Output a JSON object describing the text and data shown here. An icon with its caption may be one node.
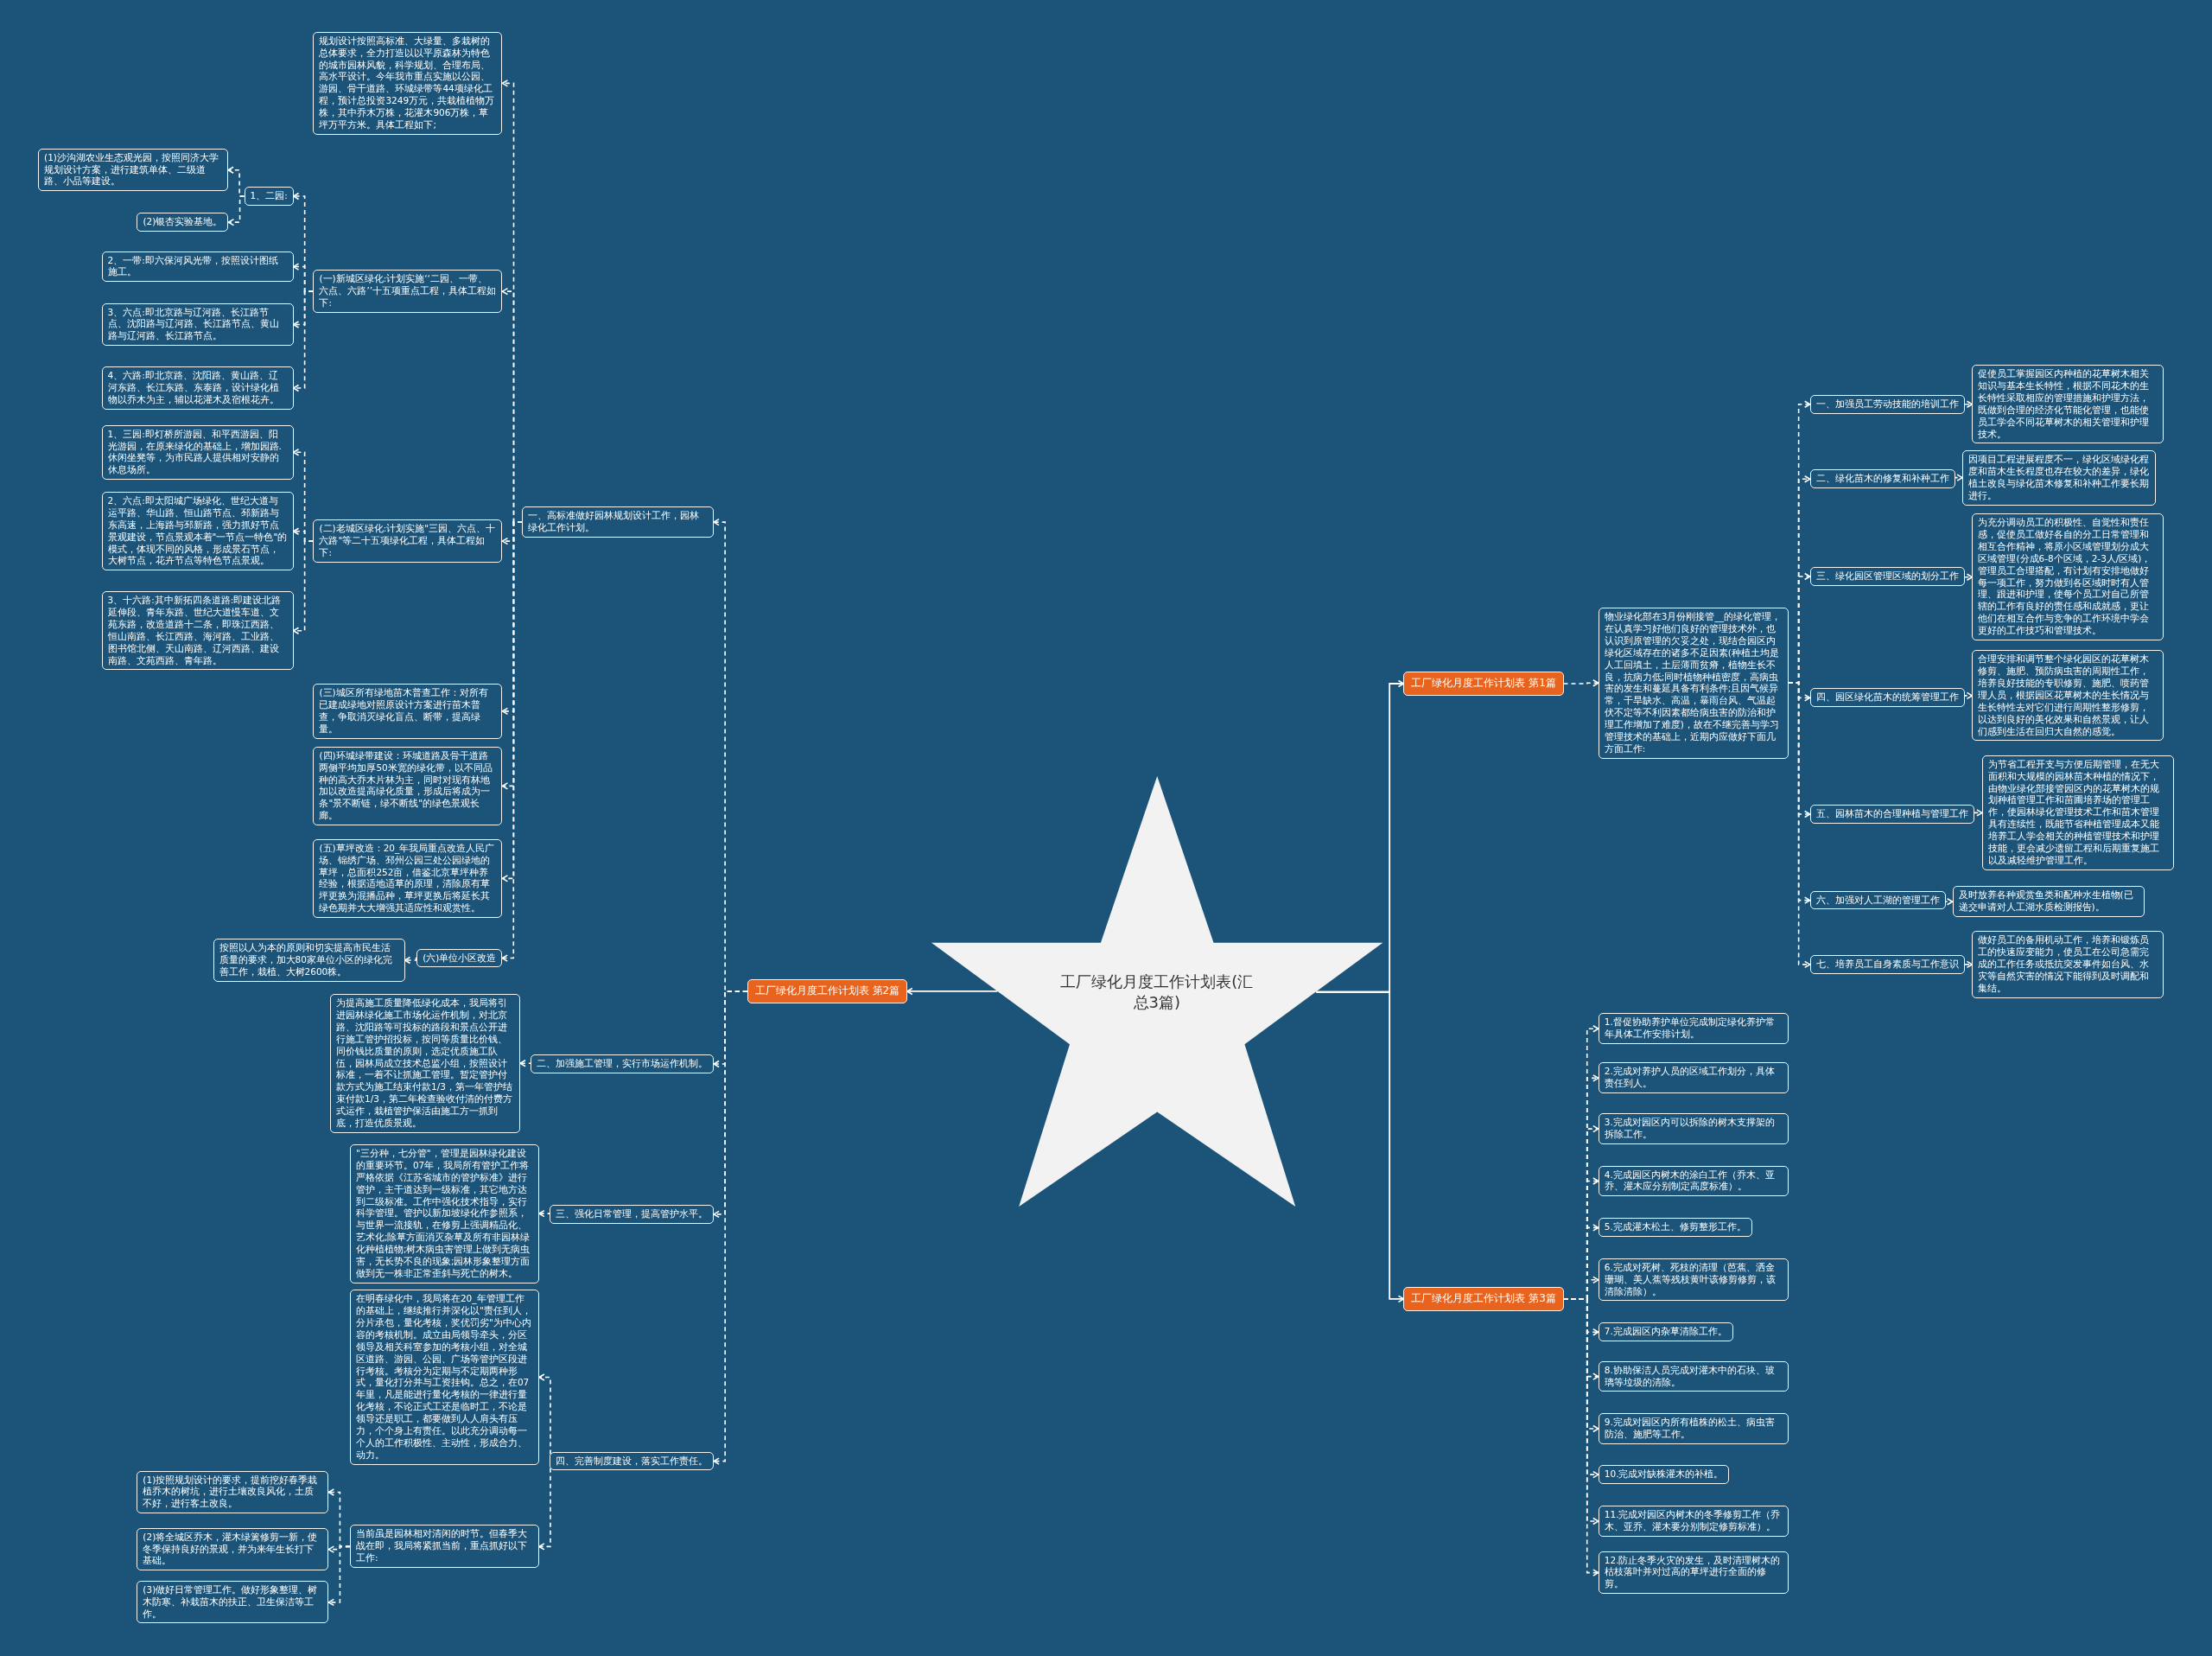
{
  "diagram": {
    "nodes": [
      {
        "text": [
          "工厂绿化月度工作计划表(汇总3篇)"
        ]
      },
      {
        "text": [
          "工厂绿化月度工作计划表 第1篇"
        ]
      },
      {
        "text": [
          "物业绿化部在3月份刚接管__的绿化管理，在认真学习好他们良好的管理技术外，也认识到原管理的欠妥之处，现结合园区内绿化区域存在的诸多不足因素(种植土均是人工回填土，土层薄而贫瘠，植物生长不良，抗病力低;同时植物种植密度，高病虫害的发生和蔓延具备有利条件;且因气候异常，干旱缺水、高温，暴雨台风、气温起伏不定等不利因素都给病虫害的防治和护理工作增加了难度)，故在不继完善与学习管理技术的基础上，近期内应做好下面几方面工作:"
        ]
      },
      {
        "text": [
          "一、加强员工劳动技能的培训工作"
        ]
      },
      {
        "text": [
          "促使员工掌握园区内种植的花草树木相关知识与基本生长特性，根据不同花木的生长特性采取相应的管理措施和护理方法，既做到合理的经济化节能化管理，也能使员工学会不同花草树木的相关管理和护理技术。"
        ]
      },
      {
        "text": [
          "二、绿化苗木的修复和补种工作"
        ]
      },
      {
        "text": [
          "因项目工程进展程度不一，绿化区域绿化程度和苗木生长程度也存在较大的差异，绿化植土改良与绿化苗木修复和补种工作要长期进行。"
        ]
      },
      {
        "text": [
          "三、绿化园区管理区域的划分工作"
        ]
      },
      {
        "text": [
          "为充分调动员工的积极性、自觉性和责任感，促使员工做好各自的分工日常管理和相互合作精神，将原小区域管理划分成大区域管理(分成6-8个区域，2-3人/区域)，管理员工合理搭配，有计划有安排地做好每一项工作，努力做到各区域时时有人管理、跟进和护理，使每个员工对自己所管辖的工作有良好的责任感和成就感，更让他们在相互合作与竞争的工作环境中学会更好的工作技巧和管理技术。"
        ]
      },
      {
        "text": [
          "四、园区绿化苗木的统筹管理工作"
        ]
      },
      {
        "text": [
          "合理安排和调节整个绿化园区的花草树木修剪、施肥、预防病虫害的周期性工作，培养良好技能的专职修剪、施肥、喷药管理人员，根据园区花草树木的生长情况与生长特性去对它们进行周期性整形修剪，以达到良好的美化效果和自然景观，让人们感到生活在回归大自然的感觉。"
        ]
      },
      {
        "text": [
          "五、园林苗木的合理种植与管理工作"
        ]
      },
      {
        "text": [
          "为节省工程开支与方便后期管理，在无大面积和大规模的园林苗木种植的情况下，由物业绿化部接管园区内的花草树木的规划种植管理工作和苗圃培养场的管理工作，使园林绿化管理技术工作和苗木管理具有连续性，既能节省种植管理成本又能培养工人学会相关的种植管理技术和护理技能，更会减少遗留工程和后期重复施工以及减轻维护管理工作。"
        ]
      },
      {
        "text": [
          "六、加强对人工湖的管理工作"
        ]
      },
      {
        "text": [
          "及时放养各种观赏鱼类和配种水生植物(已递交申请对人工湖水质检测报告)。"
        ]
      },
      {
        "text": [
          "七、培养员工自身素质与工作意识"
        ]
      },
      {
        "text": [
          "做好员工的备用机动工作，培养和锻炼员工的快速应变能力，使员工在公司急需完成的工作任务或抵抗突发事件如台风、水灾等自然灾害的情况下能得到及时调配和集结。"
        ]
      },
      {
        "text": [
          "工厂绿化月度工作计划表 第2篇"
        ]
      },
      {
        "text": [
          "一、高标准做好园林规划设计工作，园林绿化工作计划。"
        ]
      },
      {
        "text": [
          "规划设计按照高标准、大绿量、多栽树的总体要求，全力打造以以平原森林为特色的城市园林风貌，科学规划、合理布局、高水平设计。今年我市重点实施以公园、游园、骨干道路、环城绿带等44项绿化工程，预计总投资3249万元，共栽植植物万株，其中乔木万株，花灌木906万株，草坪万平方米。具体工程如下;"
        ]
      },
      {
        "text": [
          "(一)新城区绿化:计划实施‘‘二园、一带、六点、六路’’十五项重点工程，具体工程如下:"
        ]
      },
      {
        "text": [
          "1、二园:"
        ]
      },
      {
        "text": [
          "(1)沙沟湖农业生态观光园，按照同济大学规划设计方案，进行建筑单体、二级道路、小品等建设。"
        ]
      },
      {
        "text": [
          "(2)银杏实验基地。"
        ]
      },
      {
        "text": [
          "2、一带:即六保河风光带，按照设计图纸施工。"
        ]
      },
      {
        "text": [
          "3、六点:即北京路与辽河路、长江路节点、沈阳路与辽河路、长江路节点、黄山路与辽河路、长江路节点。"
        ]
      },
      {
        "text": [
          "4、六路:即北京路、沈阳路、黄山路、辽河东路、长江东路、东泰路，设计绿化植物以乔木为主，辅以花灌木及宿根花卉。"
        ]
      },
      {
        "text": [
          "(二)老城区绿化:计划实施\"三园、六点、十六路\"等二十五项绿化工程，具体工程如下:"
        ]
      },
      {
        "text": [
          "1、三园:即灯桥所游园、和平西游园、阳光游园，在原来绿化的基础上，增加园路.休闲坐凳等，为市民路人提供相对安静的休息场所。"
        ]
      },
      {
        "text": [
          "2、六点:即太阳城广场绿化、世纪大道与运平路、华山路、恒山路节点、邳新路与东高速，上海路与邳新路，强力抓好节点景观建设，节点景观本着\"一节点一特色\"的模式，体现不同的风格，形成景石节点，大树节点，花卉节点等特色节点景观。"
        ]
      },
      {
        "text": [
          "3、十六路:其中新拓四条道路:即建设北路延伸段、青年东路、世纪大道慢车道、文苑东路，改造道路十二条，即珠江西路、恒山南路、长江西路、海河路、工业路、图书馆北侧、天山南路、辽河西路、建设南路、文苑西路、青年路。"
        ]
      },
      {
        "text": [
          "(三)城区所有绿地苗木普查工作：对所有已建成绿地对照原设计方案进行苗木普查，争取消灭绿化盲点、断带，提高绿量。"
        ]
      },
      {
        "text": [
          "(四)环城绿带建设：环城道路及骨干道路两侧平均加厚50米宽的绿化带，以不同品种的高大乔木片林为主，同时对现有林地加以改造提高绿化质量，形成后将成为一条\"景不断链，绿不断线\"的绿色景观长廊。"
        ]
      },
      {
        "text": [
          "(五)草坪改造：20_年我局重点改造人民广场、锦绣广场、邳州公园三处公园绿地的草坪，总面积252亩，借鉴北京草坪种养经验，根据适地适草的原理，清除原有草坪更换为混播品种，草坪更换后将延长其绿色期并大大增强其适应性和观赏性。"
        ]
      },
      {
        "text": [
          "(六)单位小区改造"
        ]
      },
      {
        "text": [
          "按照以人为本的原则和切实提高市民生活质量的要求，加大80家单位小区的绿化完善工作，栽植、大树2600株。"
        ]
      },
      {
        "text": [
          "二、加强施工管理，实行市场运作机制。"
        ]
      },
      {
        "text": [
          "为提高施工质量降低绿化成本，我局将引进园林绿化施工市场化运作机制，对北京路、沈阳路等可投标的路段和景点公开进行施工管护招投标，按同等质量比价钱、同价钱比质量的原则，选定优质施工队伍，园林局成立技术总监小组，按照设计标准，一着不让抓施工管理。暂定管护付款方式为施工结束付款1/3，第一年管护结束付款1/3，第二年检查验收付清的付费方式运作，栽植管护保活由施工方一抓到底，打造优质景观。"
        ]
      },
      {
        "text": [
          "三、强化日常管理，提高管护水平。"
        ]
      },
      {
        "text": [
          "\"三分种，七分管\"，管理是园林绿化建设的重要环节。07年，我局所有管护工作将严格依据《江苏省城市的管护标准》进行管护，主干道达到一级标准，其它地方达到二级标准。工作中强化技术指导，实行科学管理。管护以新加坡绿化作参照系，与世界一流接轨，在修剪上强调精品化、艺术化;除草方面消灭杂草及所有非园林绿化种植植物;树木病虫害管理上做到无病虫害，无长势不良的现象;园林形象整理方面做到无一株非正常歪斜与死亡的树木。"
        ]
      },
      {
        "text": [
          "四、完善制度建设，落实工作责任。"
        ]
      },
      {
        "text": [
          "在明春绿化中，我局将在20_年管理工作的基础上，继续推行并深化以\"责任到人，分片承包，量化考核，奖优罚劣\"为中心内容的考核机制。成立由局领导牵头，分区领导及相关科室参加的考核小组，对全城区道路、游园、公园、广场等管护区段进行考核。考核分为定期与不定期两种形式，量化打分并与工资挂钩。总之，在07年里，凡是能进行量化考核的一律进行量化考核，不论正式工还是临时工，不论是领导还是职工，都要做到人人肩头有压力，个个身上有责任。以此充分调动每一个人的工作积极性、主动性，形成合力、动力。"
        ]
      },
      {
        "text": [
          "当前虽是园林相对清闲的时节。但春季大战在即，我局将紧抓当前，重点抓好以下工作:"
        ]
      },
      {
        "text": [
          "(1)按照规划设计的要求，提前挖好春季栽植乔木的树坑，进行土壤改良风化，土质不好，进行客土改良。"
        ]
      },
      {
        "text": [
          "(2)将全城区乔木，灌木绿篱修剪一新，使冬季保持良好的景观，并为来年生长打下基础。"
        ]
      },
      {
        "text": [
          "(3)做好日常管理工作。做好形象整理、树木防寒、补栽苗木的扶正、卫生保洁等工作。"
        ]
      },
      {
        "text": [
          "工厂绿化月度工作计划表 第3篇"
        ]
      },
      {
        "text": [
          "1.督促协助养护单位完成制定绿化养护常年具体工作安排计划。"
        ]
      },
      {
        "text": [
          "2.完成对养护人员的区域工作划分，具体责任到人。"
        ]
      },
      {
        "text": [
          "3.完成对园区内可以拆除的树木支撑架的拆除工作。"
        ]
      },
      {
        "text": [
          "4.完成园区内树木的涂白工作（乔木、亚乔、灌木应分别制定高度标准）。"
        ]
      },
      {
        "text": [
          "5.完成灌木松土、修剪整形工作。"
        ]
      },
      {
        "text": [
          "6.完成对死树、死枝的清理（芭蕉、洒金珊瑚、美人蕉等残枝黄叶该修剪修剪，该清除清除）。"
        ]
      },
      {
        "text": [
          "7.完成园区内杂草清除工作。"
        ]
      },
      {
        "text": [
          "8.协助保洁人员完成对灌木中的石块、玻璃等垃圾的清除。"
        ]
      },
      {
        "text": [
          "9.完成对园区内所有植株的松土、病虫害防治、施肥等工作。"
        ]
      },
      {
        "text": [
          "10.完成对缺株灌木的补植。"
        ]
      },
      {
        "text": [
          "11.完成对园区内树木的冬季修剪工作（乔木、亚乔、灌木要分别制定修剪标准）。"
        ]
      },
      {
        "text": [
          "12.防止冬季火灾的发生，及时清理树木的枯枝落叶并对过高的草坪进行全面的修剪。"
        ]
      }
    ],
    "edges": [
      {
        "from": 0,
        "to": 1,
        "arrow": "to"
      },
      {
        "from": 0,
        "to": 17,
        "arrow": "to"
      },
      {
        "from": 0,
        "to": 46,
        "arrow": "to"
      },
      {
        "from": 1,
        "to": 2,
        "arrow": "to",
        "style": "dashed"
      },
      {
        "from": 2,
        "to": 3,
        "arrow": "to",
        "style": "dashed"
      },
      {
        "from": 2,
        "to": 5,
        "arrow": "to",
        "style": "dashed"
      },
      {
        "from": 2,
        "to": 7,
        "arrow": "to",
        "style": "dashed"
      },
      {
        "from": 2,
        "to": 9,
        "arrow": "to",
        "style": "dashed"
      },
      {
        "from": 2,
        "to": 11,
        "arrow": "to",
        "style": "dashed"
      },
      {
        "from": 2,
        "to": 13,
        "arrow": "to",
        "style": "dashed"
      },
      {
        "from": 2,
        "to": 15,
        "arrow": "to",
        "style": "dashed"
      },
      {
        "from": 3,
        "to": 4,
        "arrow": "to",
        "style": "dashed"
      },
      {
        "from": 5,
        "to": 6,
        "arrow": "to",
        "style": "dashed"
      },
      {
        "from": 7,
        "to": 8,
        "arrow": "to",
        "style": "dashed"
      },
      {
        "from": 9,
        "to": 10,
        "arrow": "to",
        "style": "dashed"
      },
      {
        "from": 11,
        "to": 12,
        "arrow": "to",
        "style": "dashed"
      },
      {
        "from": 13,
        "to": 14,
        "arrow": "to",
        "style": "dashed"
      },
      {
        "from": 15,
        "to": 16,
        "arrow": "to",
        "style": "dashed"
      },
      {
        "from": 17,
        "to": 18,
        "arrow": "to",
        "style": "dashed"
      },
      {
        "from": 17,
        "to": 36,
        "arrow": "to",
        "style": "dashed"
      },
      {
        "from": 17,
        "to": 38,
        "arrow": "to",
        "style": "dashed"
      },
      {
        "from": 17,
        "to": 40,
        "arrow": "to",
        "style": "dashed"
      },
      {
        "from": 18,
        "to": 19,
        "arrow": "to",
        "style": "dashed"
      },
      {
        "from": 18,
        "to": 20,
        "arrow": "to",
        "style": "dashed"
      },
      {
        "from": 18,
        "to": 27,
        "arrow": "to",
        "style": "dashed"
      },
      {
        "from": 18,
        "to": 31,
        "arrow": "to",
        "style": "dashed"
      },
      {
        "from": 18,
        "to": 32,
        "arrow": "to",
        "style": "dashed"
      },
      {
        "from": 18,
        "to": 33,
        "arrow": "to",
        "style": "dashed"
      },
      {
        "from": 18,
        "to": 34,
        "arrow": "to",
        "style": "dashed"
      },
      {
        "from": 20,
        "to": 21,
        "arrow": "to",
        "style": "dashed"
      },
      {
        "from": 20,
        "to": 24,
        "arrow": "to",
        "style": "dashed"
      },
      {
        "from": 20,
        "to": 25,
        "arrow": "to",
        "style": "dashed"
      },
      {
        "from": 20,
        "to": 26,
        "arrow": "to",
        "style": "dashed"
      },
      {
        "from": 21,
        "to": 22,
        "arrow": "to",
        "style": "dashed"
      },
      {
        "from": 21,
        "to": 23,
        "arrow": "to",
        "style": "dashed"
      },
      {
        "from": 27,
        "to": 28,
        "arrow": "to",
        "style": "dashed"
      },
      {
        "from": 27,
        "to": 29,
        "arrow": "to",
        "style": "dashed"
      },
      {
        "from": 27,
        "to": 30,
        "arrow": "to",
        "style": "dashed"
      },
      {
        "from": 34,
        "to": 35,
        "arrow": "to",
        "style": "dashed"
      },
      {
        "from": 36,
        "to": 37,
        "arrow": "to",
        "style": "dashed"
      },
      {
        "from": 38,
        "to": 39,
        "arrow": "to",
        "style": "dashed"
      },
      {
        "from": 40,
        "to": 41,
        "arrow": "to",
        "style": "dashed"
      },
      {
        "from": 40,
        "to": 42,
        "arrow": "to",
        "style": "dashed"
      },
      {
        "from": 42,
        "to": 43,
        "arrow": "to",
        "style": "dashed"
      },
      {
        "from": 42,
        "to": 44,
        "arrow": "to",
        "style": "dashed"
      },
      {
        "from": 42,
        "to": 45,
        "arrow": "to",
        "style": "dashed"
      },
      {
        "from": 46,
        "to": 47,
        "arrow": "to",
        "style": "dashed"
      },
      {
        "from": 46,
        "to": 48,
        "arrow": "to",
        "style": "dashed"
      },
      {
        "from": 46,
        "to": 49,
        "arrow": "to",
        "style": "dashed"
      },
      {
        "from": 46,
        "to": 50,
        "arrow": "to",
        "style": "dashed"
      },
      {
        "from": 46,
        "to": 51,
        "arrow": "to",
        "style": "dashed"
      },
      {
        "from": 46,
        "to": 52,
        "arrow": "to",
        "style": "dashed"
      },
      {
        "from": 46,
        "to": 53,
        "arrow": "to",
        "style": "dashed"
      },
      {
        "from": 46,
        "to": 54,
        "arrow": "to",
        "style": "dashed"
      },
      {
        "from": 46,
        "to": 55,
        "arrow": "to",
        "style": "dashed"
      },
      {
        "from": 46,
        "to": 56,
        "arrow": "to",
        "style": "dashed"
      },
      {
        "from": 46,
        "to": 57,
        "arrow": "to",
        "style": "dashed"
      },
      {
        "from": 46,
        "to": 58,
        "arrow": "to",
        "style": "dashed"
      }
    ]
  }
}
